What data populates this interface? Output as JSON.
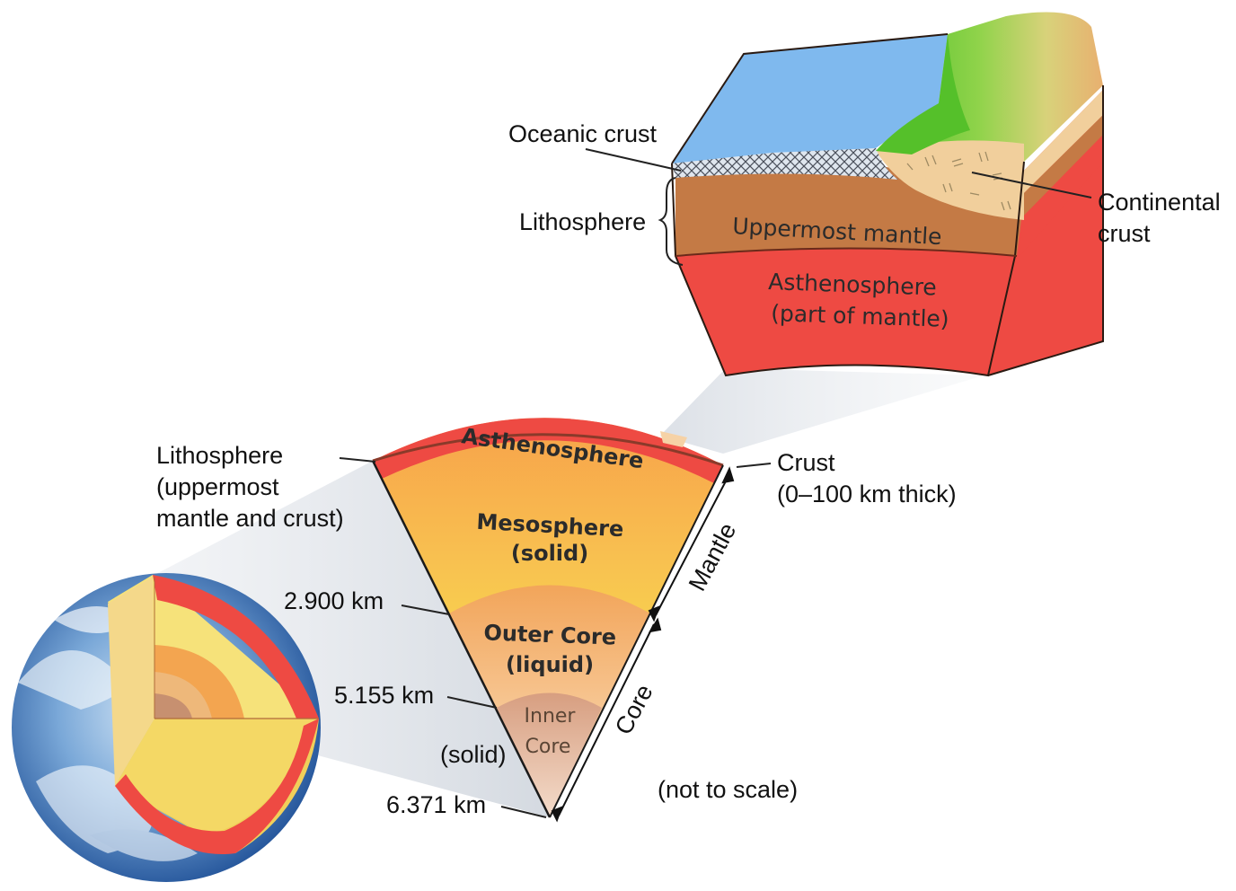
{
  "block": {
    "oceanic_crust": "Oceanic crust",
    "lithosphere": "Lithosphere",
    "uppermost_mantle": "Uppermost mantle",
    "asthenosphere_line1": "Asthenosphere",
    "asthenosphere_line2": "(part of mantle)",
    "continental_line1": "Continental",
    "continental_line2": "crust"
  },
  "wedge": {
    "asthenosphere": "Asthenosphere",
    "mesosphere_line1": "Mesosphere",
    "mesosphere_line2": "(solid)",
    "outer_core_line1": "Outer Core",
    "outer_core_line2": "(liquid)",
    "inner_core_line1": "Inner",
    "inner_core_line2": "Core",
    "solid": "(solid)"
  },
  "left_labels": {
    "lithosphere_line1": "Lithosphere",
    "lithosphere_line2": "(uppermost",
    "lithosphere_line3": "mantle and crust)"
  },
  "depths": [
    "2.900 km",
    "5.155 km",
    "6.371 km"
  ],
  "right_labels": {
    "crust_line1": "Crust",
    "crust_line2": "(0–100 km thick)",
    "mantle": "Mantle",
    "core": "Core",
    "not_to_scale": "(not to scale)"
  },
  "colors": {
    "ocean": "#7fb9ee",
    "land_green": "#5fc23a",
    "uppermost_mantle": "#c47a45",
    "asthenosphere": "#ee4a43",
    "continental_crust": "#f1cf9c",
    "mesosphere": "#f7d84a",
    "outer_core": "#f6c28c",
    "inner_core": "#e2ae8e"
  }
}
